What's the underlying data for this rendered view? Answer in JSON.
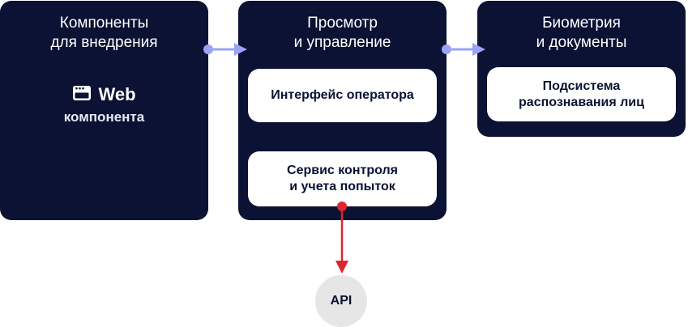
{
  "panels": {
    "components": {
      "title": "Компоненты\nдля внедрения",
      "web_title": "Web",
      "web_subtitle": "компонента"
    },
    "management": {
      "title": "Просмотр\nи управление",
      "operator_card": "Интерфейс оператора",
      "attempts_card": "Сервис контроля\nи учета попыток"
    },
    "biometrics": {
      "title": "Биометрия\nи документы",
      "face_card": "Подсистема\nраспознавания лиц"
    }
  },
  "api": {
    "label": "API"
  },
  "colors": {
    "panel_bg": "#0b1233",
    "connector": "#9aa3f5",
    "api_arrow": "#e0262b",
    "api_circle": "#e6e6e6"
  },
  "icons": {
    "web": "browser-window-icon"
  }
}
